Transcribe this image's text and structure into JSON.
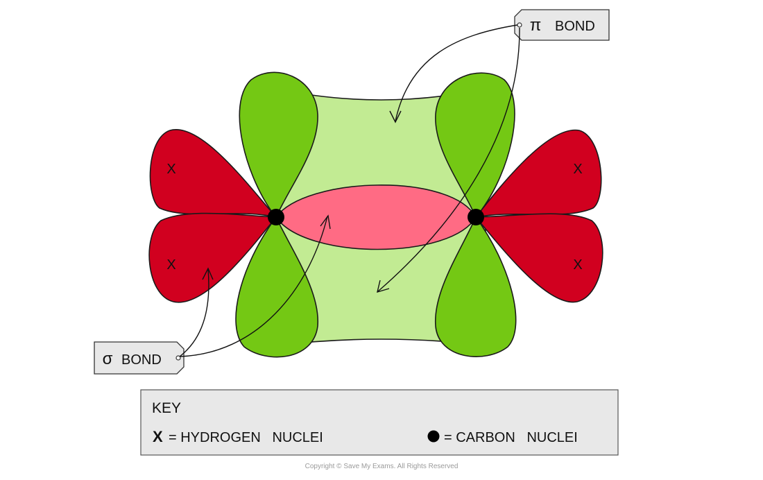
{
  "pi_tag": {
    "symbol": "π",
    "label": "BOND"
  },
  "sigma_tag": {
    "symbol": "σ",
    "label": "BOND"
  },
  "key": {
    "title": "KEY",
    "hydrogen_symbol": "X",
    "hydrogen_label": "= HYDROGEN   NUCLEI",
    "carbon_label": "= CARBON   NUCLEI"
  },
  "hydrogen_marks": [
    "X",
    "X",
    "X",
    "X"
  ],
  "copyright": "Copyright © Save My Exams. All Rights Reserved",
  "colors": {
    "pi_region": "#c2eb93",
    "p_orbital": "#74c814",
    "sp2_orbital": "#d1001f",
    "sigma_overlap": "#ff6b84",
    "tag_fill": "#e8e8e8"
  }
}
